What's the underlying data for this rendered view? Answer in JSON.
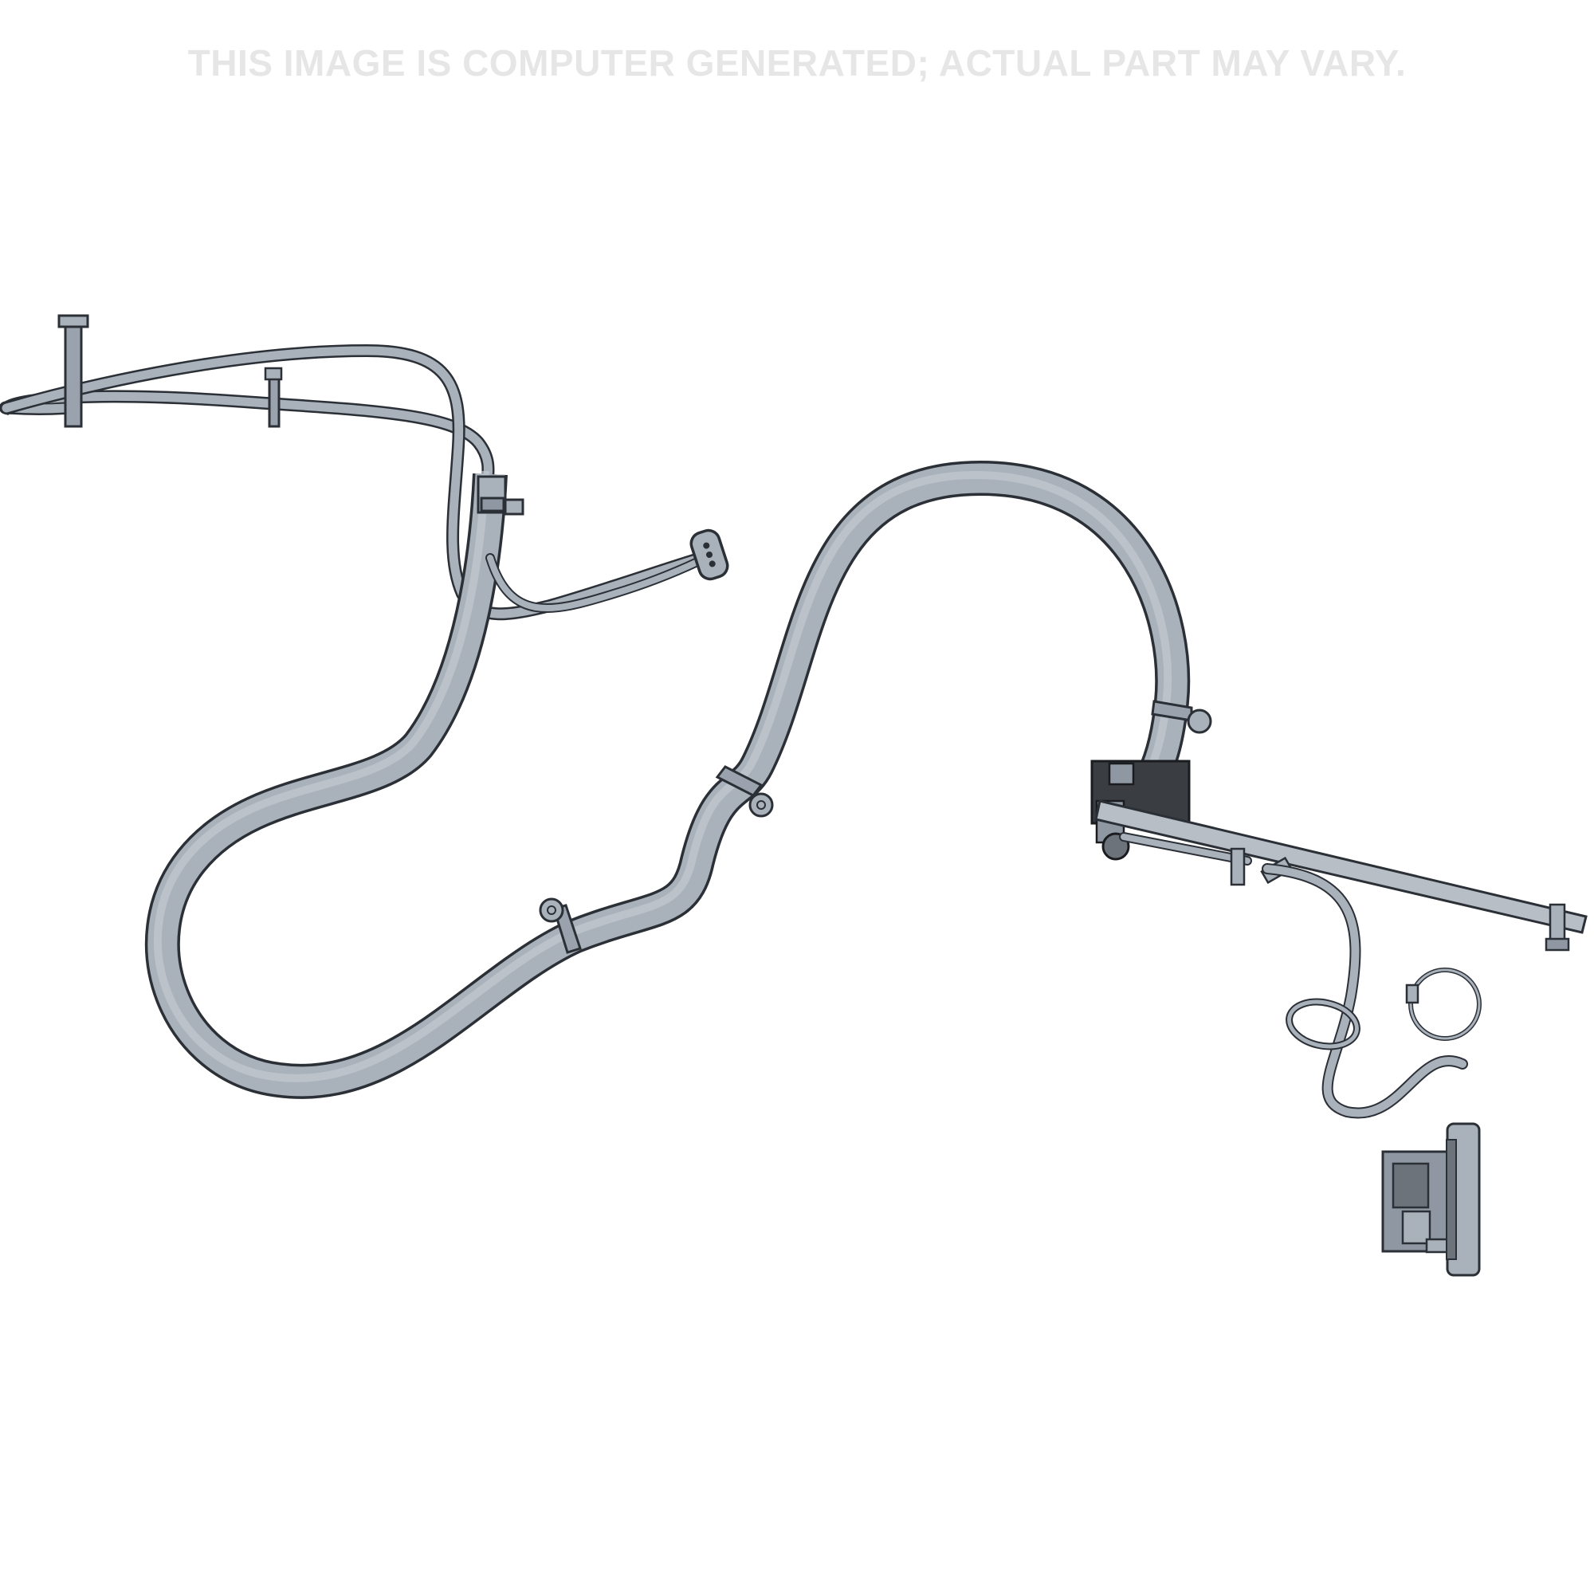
{
  "disclaimer": {
    "text": "THIS IMAGE IS COMPUTER GENERATED; ACTUAL PART MAY VARY."
  },
  "colors": {
    "background": "#ffffff",
    "disclaimer_text": "#e6e6e6",
    "cable_fill": "#a9b1bb",
    "cable_outline": "#2b2f36",
    "bracket_dark": "#3a3d42",
    "clamp_fill": "#9aa3ad"
  },
  "components": [
    "battery-cable-harness",
    "thin-branch-cable",
    "weather-pack-connector",
    "hose-clamps",
    "cable-ring-clamp",
    "mounting-bracket-bar",
    "terminal-bracket-block",
    "loose-band-clamp",
    "junction-block-terminal"
  ]
}
